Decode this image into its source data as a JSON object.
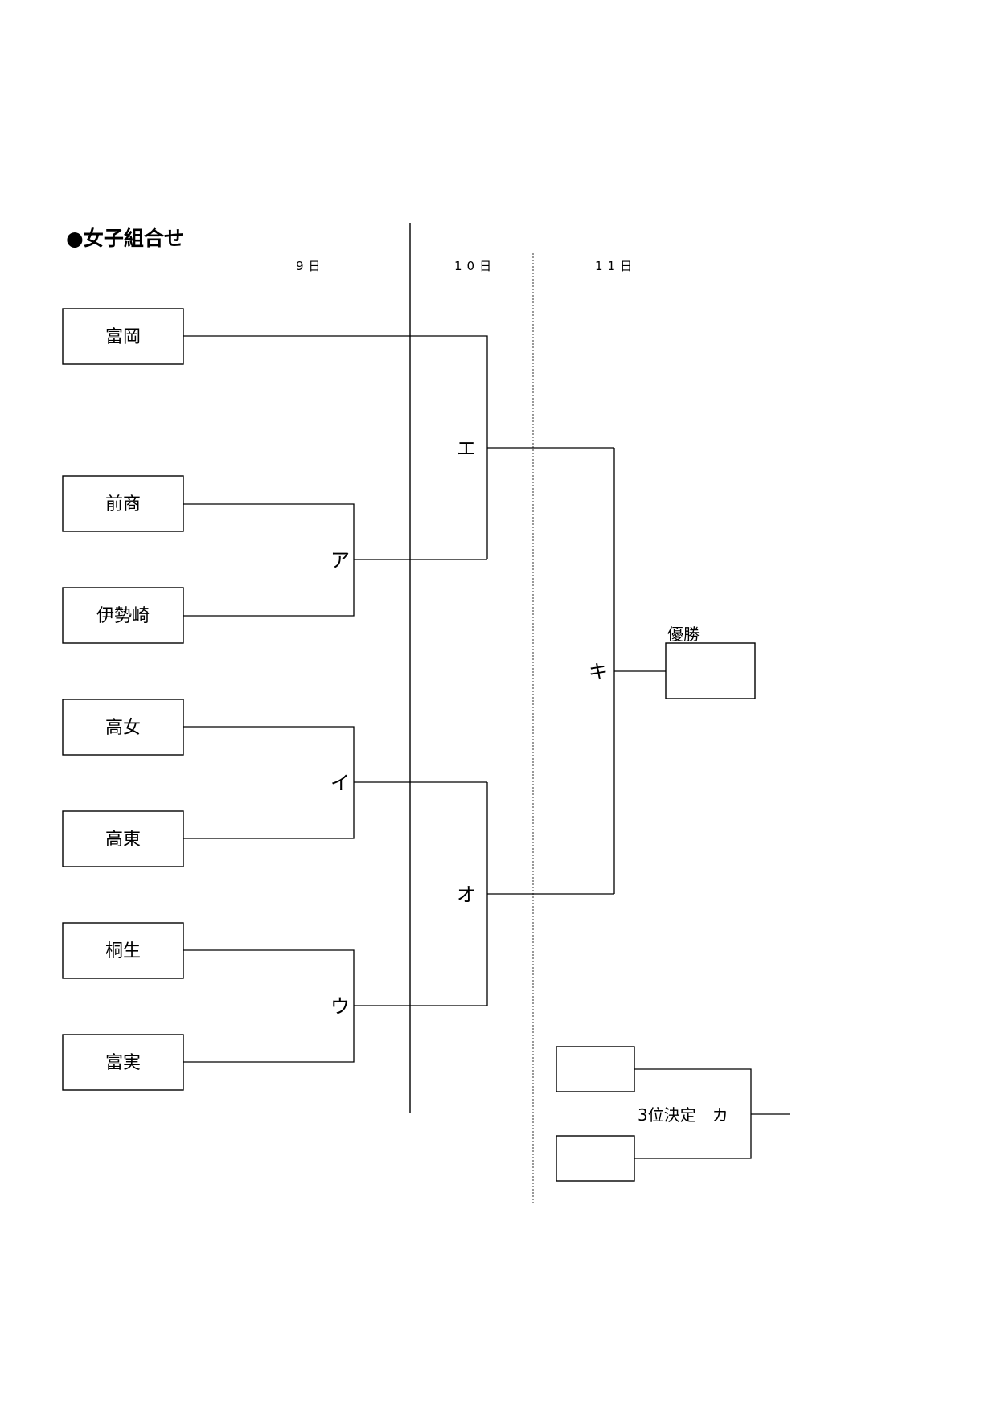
{
  "title": "●女子組合せ",
  "days": [
    "9日",
    "10日",
    "11日"
  ],
  "teams": [
    "富岡",
    "前商",
    "伊勢崎",
    "高女",
    "高東",
    "桐生",
    "富実"
  ],
  "matches": {
    "a": "ア",
    "i": "イ",
    "u": "ウ",
    "e": "エ",
    "o": "オ",
    "ki": "キ",
    "ka": "3位決定　カ"
  },
  "winner_label": "優勝"
}
